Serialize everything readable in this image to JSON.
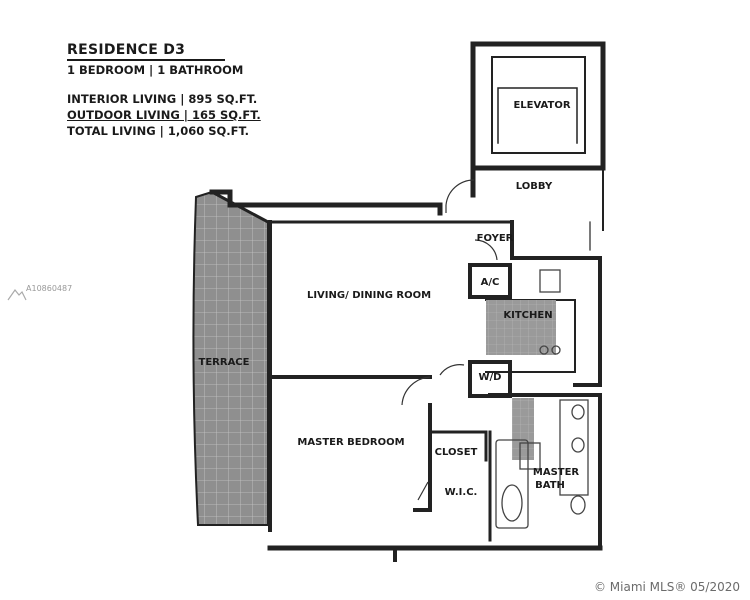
{
  "header": {
    "title": "RESIDENCE D3",
    "subtitle": "1 BEDROOM | 1 BATHROOM",
    "interior": "INTERIOR LIVING | 895 SQ.FT.",
    "outdoor": "OUTDOOR LIVING | 165 SQ.FT.",
    "total": "TOTAL LIVING  |  1,060 SQ.FT."
  },
  "rooms": {
    "elevator": "ELEVATOR",
    "lobby": "LOBBY",
    "foyer": "FOYER",
    "ac": "A/C",
    "living": "LIVING/ DINING ROOM",
    "kitchen": "KITCHEN",
    "terrace": "TERRACE",
    "wd": "W/D",
    "master_bedroom": "MASTER BEDROOM",
    "closet": "CLOSET",
    "wic": "W.I.C.",
    "master_bath_1": "MASTER",
    "master_bath_2": "BATH"
  },
  "listing_id": "A10860487",
  "watermark": "© Miami MLS® 05/2020",
  "colors": {
    "wall": "#222222",
    "terrace_fill": "#8f8f8f",
    "tile_fill": "#9a9a9a"
  }
}
